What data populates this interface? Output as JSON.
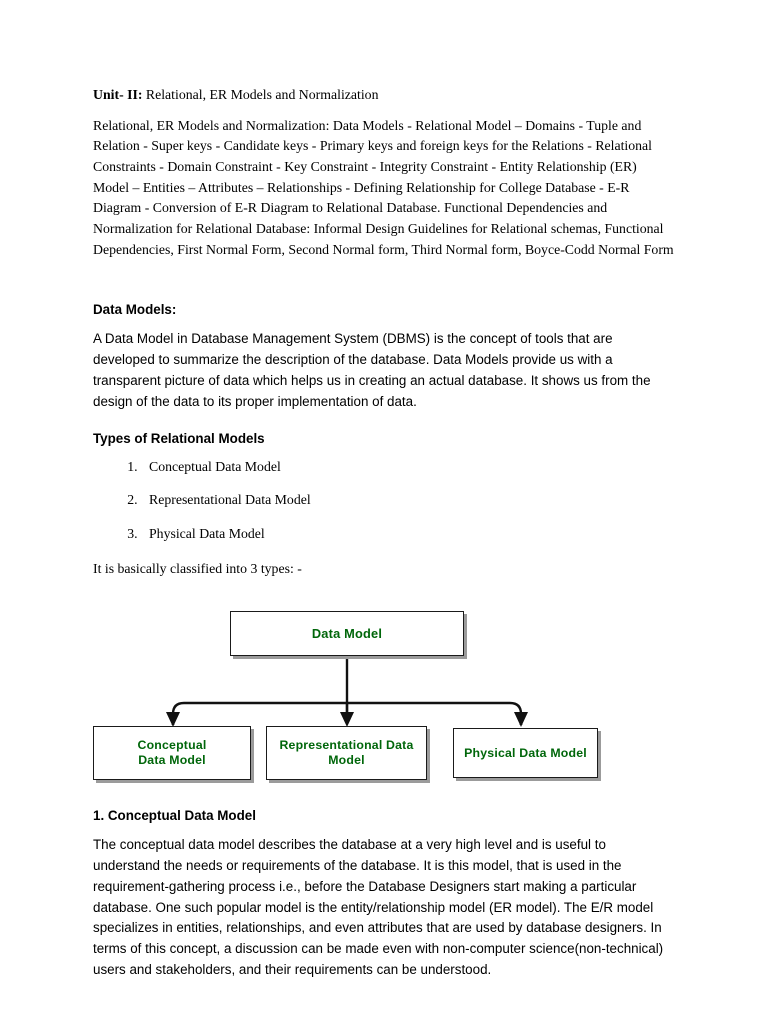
{
  "document": {
    "unit_heading": {
      "bold_prefix": "Unit- II:",
      "rest": " Relational, ER Models and Normalization"
    },
    "syllabus_paragraph": "Relational, ER Models and Normalization: Data Models - Relational Model – Domains - Tuple and Relation - Super keys - Candidate keys - Primary keys and foreign keys for the Relations - Relational Constraints - Domain Constraint - Key Constraint - Integrity Constraint - Entity Relationship (ER) Model – Entities – Attributes – Relationships - Defining Relationship for College Database - E-R Diagram - Conversion of E-R Diagram to Relational Database. Functional Dependencies and Normalization for Relational Database: Informal Design Guidelines for Relational schemas, Functional Dependencies, First Normal Form, Second Normal form, Third Normal form, Boyce-Codd Normal Form",
    "data_models": {
      "heading": "Data Models:",
      "paragraph": "A Data Model in Database Management System (DBMS) is the concept of tools that are developed to summarize the description of the database. Data Models provide us with a transparent picture of data which helps us in creating an actual database. It shows us from the design of the data to its proper implementation of data."
    },
    "types_section": {
      "heading": "Types of Relational Models",
      "items": [
        "Conceptual Data Model",
        "Representational Data Model",
        "Physical Data Model"
      ],
      "classified_note": "It is basically classified into 3 types: -"
    },
    "diagram": {
      "root_label": "Data Model",
      "children": [
        "Conceptual\nData Model",
        "Representational Data\nModel",
        "Physical Data Model"
      ],
      "text_color": "#00660a",
      "border_color": "#1a1a1a",
      "shadow_color": "#9b9b9b"
    },
    "conceptual_section": {
      "heading": "1. Conceptual Data Model",
      "paragraph": "The conceptual data model describes the database at a very high level and is useful to understand the needs or requirements of the database. It is this model, that is used in the requirement-gathering process i.e., before the Database Designers start making a particular database. One such popular model is the entity/relationship model (ER model). The E/R model specializes in entities, relationships, and even attributes that are used by database designers. In terms of this concept, a discussion can be made even with non-computer science(non-technical) users and stakeholders, and their requirements can be understood."
    }
  }
}
